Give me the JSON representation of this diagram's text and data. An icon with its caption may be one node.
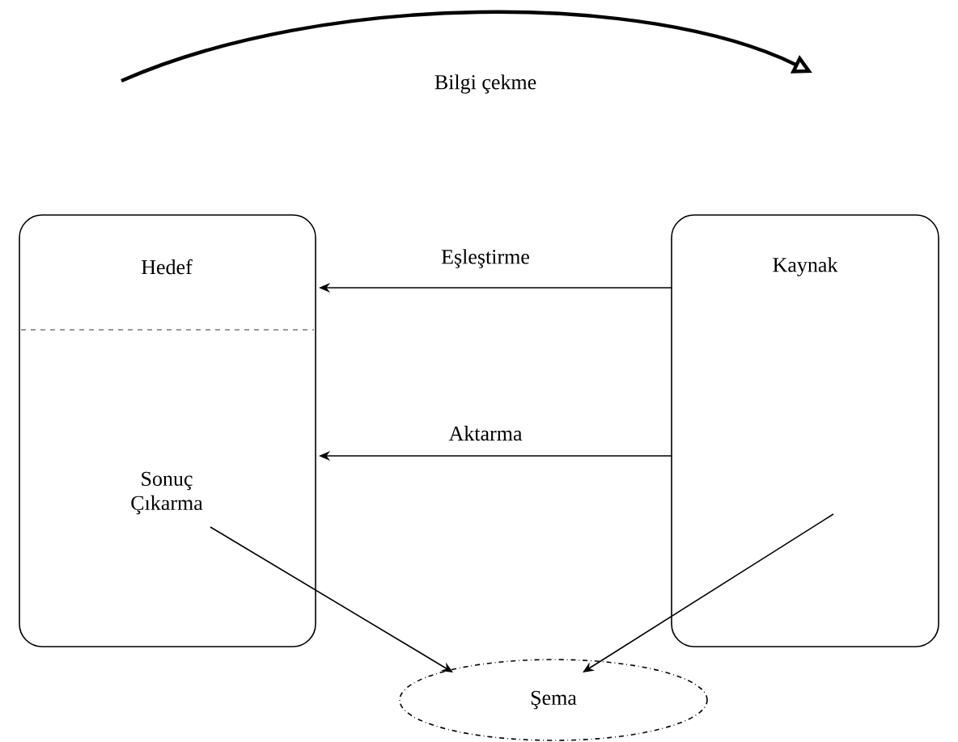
{
  "diagram": {
    "nodes": [
      {
        "text": [
          "Hedef",
          "Sonuç Çıkarma"
        ]
      },
      {
        "text": [
          "Kaynak"
        ]
      },
      {
        "text": [
          "Şema"
        ]
      }
    ],
    "edges": [
      {
        "from": 1,
        "to": 0,
        "arrow": "to",
        "label": "Eşleştirme"
      },
      {
        "from": 1,
        "to": 0,
        "arrow": "to",
        "label": "Aktarma"
      },
      {
        "from": 0,
        "to": 2,
        "arrow": "to"
      },
      {
        "from": 1,
        "to": 2,
        "arrow": "to"
      }
    ],
    "labels": [
      "Bilgi çekme"
    ]
  }
}
